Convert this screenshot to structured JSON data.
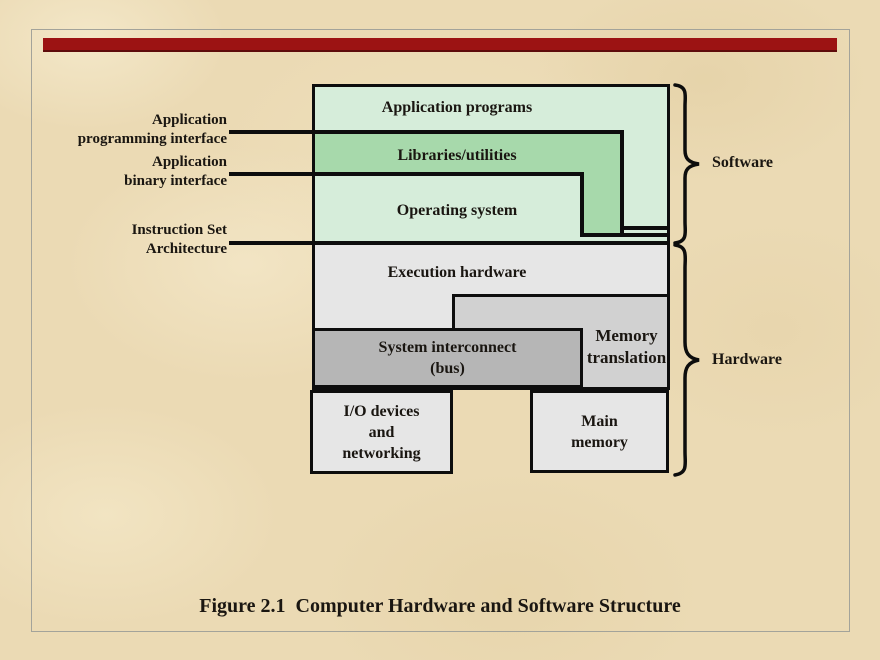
{
  "colors": {
    "background": "#ebdab4",
    "red_bar": "#9c1313",
    "pale_green": "#d6edda",
    "medium_green": "#a7d9ab",
    "light_gray": "#e6e6e6",
    "medium_gray": "#d1d1d1",
    "dark_gray": "#b6b6b6",
    "line": "#0d0d0d",
    "frame_gray": "#a3a39a",
    "text": "#1a1611"
  },
  "slide": {
    "caption": "Figure 2.1  Computer Hardware and Software Structure"
  },
  "diagram": {
    "boxes": {
      "application_programs": "Application programs",
      "libraries_utilities": "Libraries/utilities",
      "operating_system": "Operating system",
      "execution_hardware": "Execution hardware",
      "memory_translation_line1": "Memory",
      "memory_translation_line2": "translation",
      "system_interconnect_line1": "System interconnect",
      "system_interconnect_line2": "(bus)",
      "io_line1": "I/O devices",
      "io_line2": "and",
      "io_line3": "networking",
      "main_memory_line1": "Main",
      "main_memory_line2": "memory"
    },
    "left_labels": {
      "api_line1": "Application",
      "api_line2": "programming interface",
      "abi_line1": "Application",
      "abi_line2": "binary interface",
      "isa_line1": "Instruction Set",
      "isa_line2": "Architecture"
    },
    "braces": {
      "software": "Software",
      "hardware": "Hardware"
    }
  }
}
